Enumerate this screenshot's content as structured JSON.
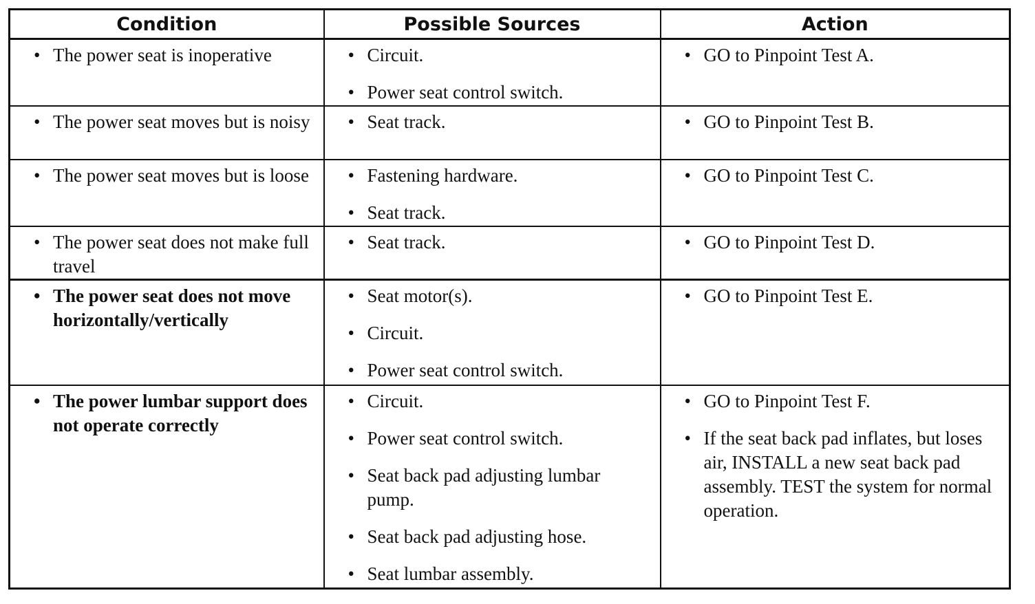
{
  "headers": [
    "Condition",
    "Possible Sources",
    "Action"
  ],
  "bullet": "•",
  "rows": [
    {
      "condition": "The power seat is inoperative",
      "sources": [
        "Circuit.",
        "Power seat control switch."
      ],
      "actions": [
        "GO to Pinpoint Test A."
      ]
    },
    {
      "condition": "The power seat moves but is noisy",
      "sources": [
        "Seat track."
      ],
      "actions": [
        "GO to Pinpoint Test B."
      ]
    },
    {
      "condition": "The power seat moves but is loose",
      "sources": [
        "Fastening hardware.",
        "Seat track."
      ],
      "actions": [
        "GO to Pinpoint Test C."
      ]
    },
    {
      "condition": "The power seat does not make full travel",
      "sources": [
        "Seat track."
      ],
      "actions": [
        "GO to Pinpoint Test D."
      ]
    },
    {
      "condition": "The power seat does not move horizontally/vertically",
      "sources": [
        "Seat motor(s).",
        "Circuit.",
        "Power seat control switch."
      ],
      "actions": [
        "GO to Pinpoint Test E."
      ]
    },
    {
      "condition": "The power lumbar support does not operate correctly",
      "sources": [
        "Circuit.",
        "Power seat control switch.",
        "Seat back pad adjusting lumbar pump.",
        "Seat back pad adjusting hose.",
        "Seat lumbar assembly."
      ],
      "actions": [
        "GO to Pinpoint Test F.",
        "If the seat back pad inflates, but loses air, INSTALL a new seat back pad assembly. TEST the system for normal operation."
      ]
    }
  ]
}
